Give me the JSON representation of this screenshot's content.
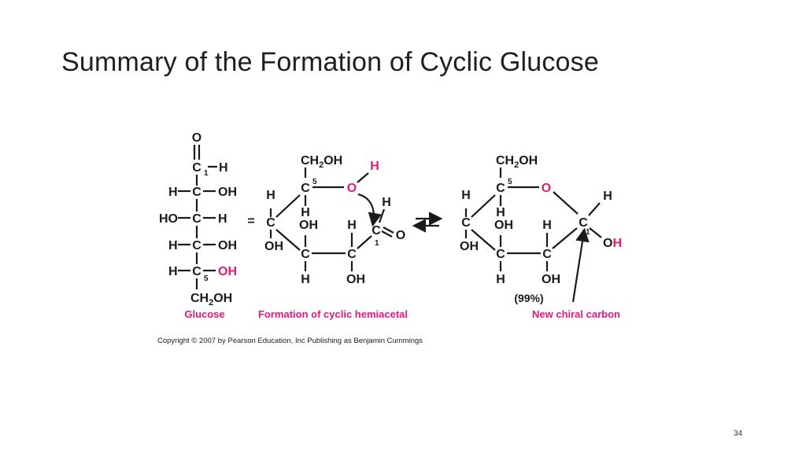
{
  "slide": {
    "title": "Summary of the Formation of Cyclic Glucose",
    "copyright": "Copyright © 2007 by Pearson Education, Inc   Publishing as Benjamin Cummings",
    "page_number": "34"
  },
  "captions": {
    "glucose": "Glucose",
    "hemiacetal": "Formation of cyclic hemiacetal",
    "chiral": "New chiral carbon",
    "percent": "(99%)"
  },
  "atoms": {
    "C": "C",
    "H": "H",
    "O": "O",
    "OH": "OH",
    "HO": "HO",
    "CH2OH": "CH2OH",
    "n1": "1",
    "n5": "5",
    "eq": "="
  },
  "colors": {
    "accent": "#e0197d",
    "ink": "#1a1a1a"
  }
}
